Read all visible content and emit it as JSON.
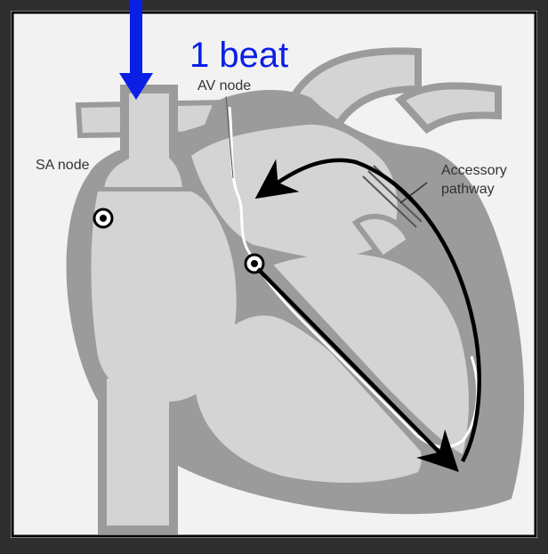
{
  "header_label": "1 beat",
  "labels": {
    "sa_node": "SA node",
    "av_node": "AV node",
    "accessory_line1": "Accessory",
    "accessory_line2": "pathway"
  },
  "colors": {
    "outer_border": "#2e2e2e",
    "canvas": "#f2f2f2",
    "tissue_dark": "#9b9b9b",
    "chamber_light": "#d4d4d4",
    "annotation_blue": "#0a1fe6",
    "arrow_black": "#000000",
    "conduction_white": "#ffffff"
  },
  "icons": {
    "beat_marker": "down-arrow-icon",
    "reentry": "curved-arrow-icon"
  }
}
